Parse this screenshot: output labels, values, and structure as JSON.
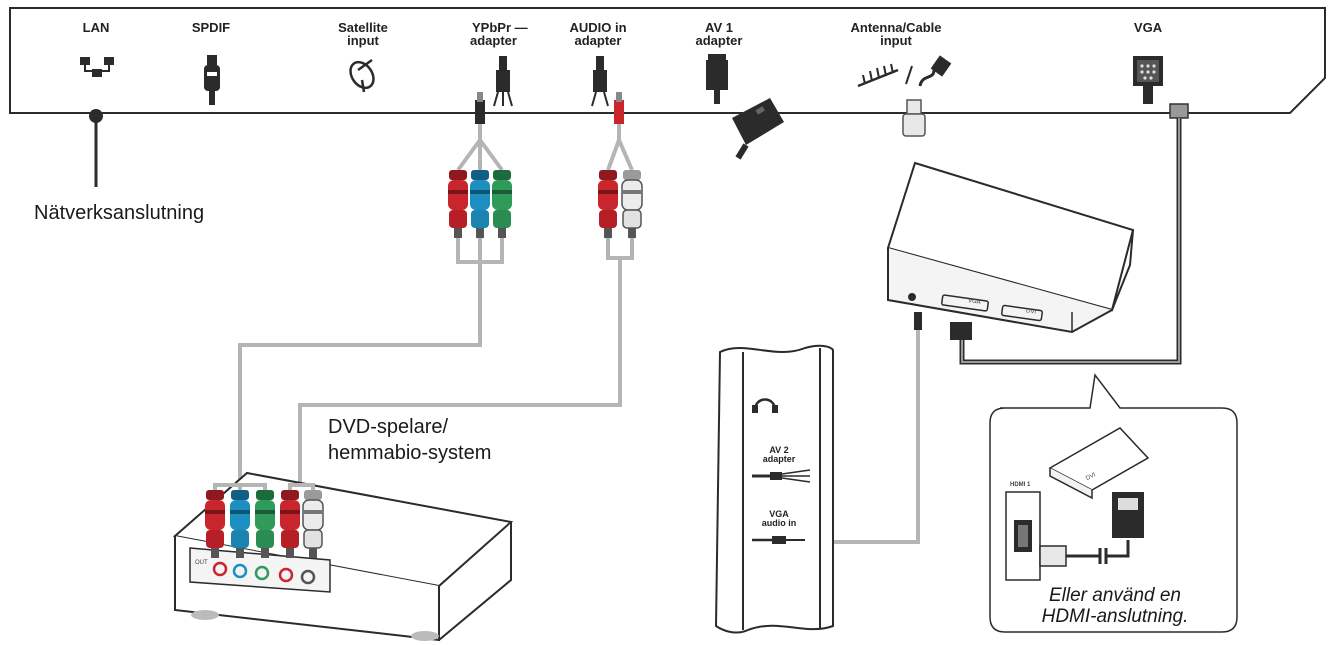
{
  "tv_panel": {
    "ports": {
      "lan": "LAN",
      "spdif": "SPDIF",
      "satellite_line1": "Satellite",
      "satellite_line2": "input",
      "ypbpr_line1": "YPbPr —",
      "ypbpr_line2": "adapter",
      "audio_in_line1": "AUDIO in",
      "audio_in_line2": "adapter",
      "av1_line1": "AV 1",
      "av1_line2": "adapter",
      "antenna_line1": "Antenna/Cable",
      "antenna_line2": "input",
      "vga": "VGA"
    }
  },
  "labels": {
    "network": "Nätverksanslutning",
    "dvd_line1": "DVD-spelare/",
    "dvd_line2": "hemmabio-system"
  },
  "side_panel": {
    "av2_line1": "AV 2",
    "av2_line2": "adapter",
    "vga_audio_line1": "VGA",
    "vga_audio_line2": "audio in"
  },
  "dvd_device": {
    "out_label": "OUT"
  },
  "laptop": {
    "port_vga": "VGA",
    "port_hdmi": "DVI"
  },
  "callout": {
    "hdmi_port_label": "HDMI 1",
    "laptop_port_label": "DVI",
    "note_line1": "Eller använd en",
    "note_line2": "HDMI-anslutning."
  },
  "colors": {
    "red": "#c9252c",
    "blue": "#1c8fc0",
    "green": "#2f9a5a",
    "white": "#e8e8e8",
    "cable": "#b5b5b5",
    "dark": "#2b2b2b"
  }
}
